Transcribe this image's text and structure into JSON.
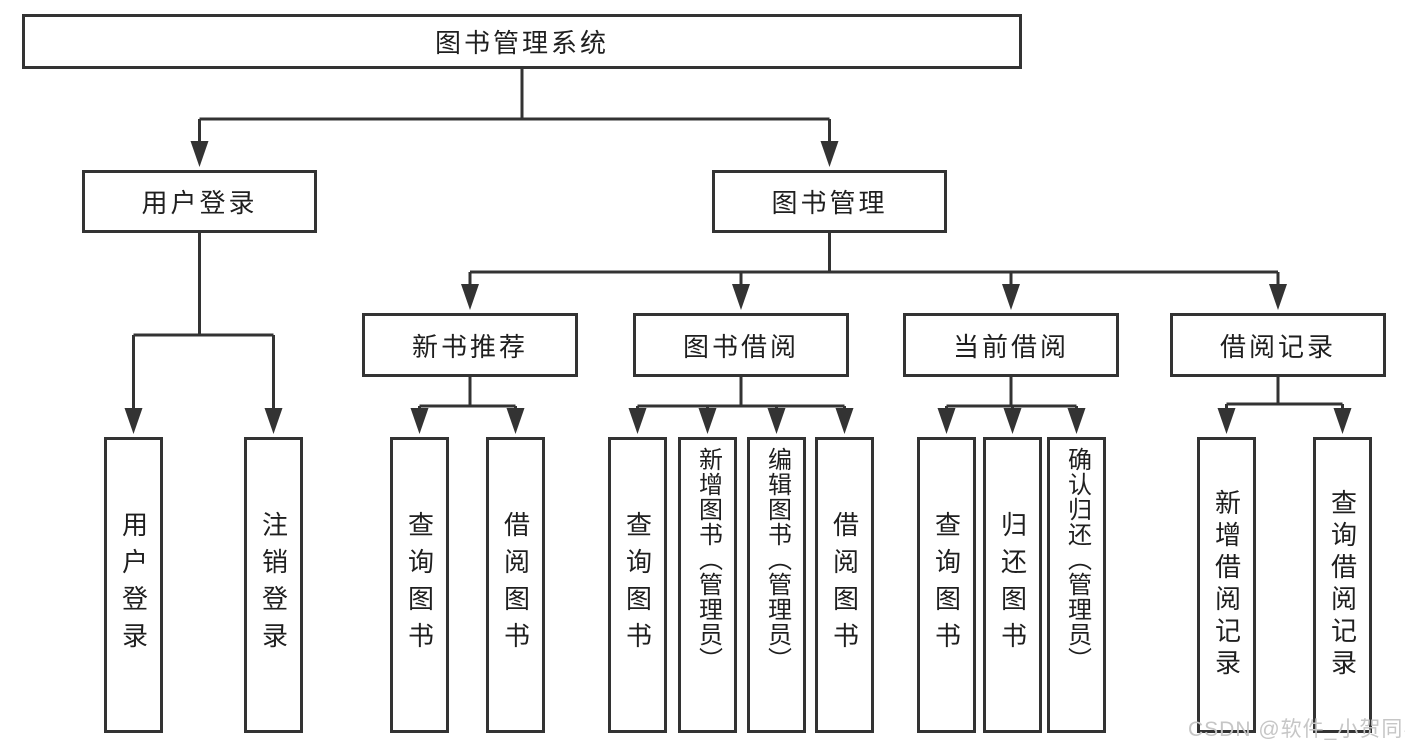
{
  "diagram": {
    "root": "图书管理系统",
    "branches": [
      {
        "label": "用户登录",
        "children": [
          {
            "label": "用户登录"
          },
          {
            "label": "注销登录"
          }
        ]
      },
      {
        "label": "图书管理",
        "children": [
          {
            "label": "新书推荐",
            "children": [
              {
                "label": "查询图书"
              },
              {
                "label": "借阅图书"
              }
            ]
          },
          {
            "label": "图书借阅",
            "children": [
              {
                "label": "查询图书"
              },
              {
                "label": "新增图书（管理员）"
              },
              {
                "label": "编辑图书（管理员）"
              },
              {
                "label": "借阅图书"
              }
            ]
          },
          {
            "label": "当前借阅",
            "children": [
              {
                "label": "查询图书"
              },
              {
                "label": "归还图书"
              },
              {
                "label": "确认归还（管理员）"
              }
            ]
          },
          {
            "label": "借阅记录",
            "children": [
              {
                "label": "新增借阅记录"
              },
              {
                "label": "查询借阅记录"
              }
            ]
          }
        ]
      }
    ]
  },
  "watermark": {
    "text": "CSDN @软件_小贺同学"
  },
  "colors": {
    "line": "#333333",
    "text": "#1f1f1f",
    "watermark": "#c6c6c6",
    "background": "#ffffff"
  }
}
